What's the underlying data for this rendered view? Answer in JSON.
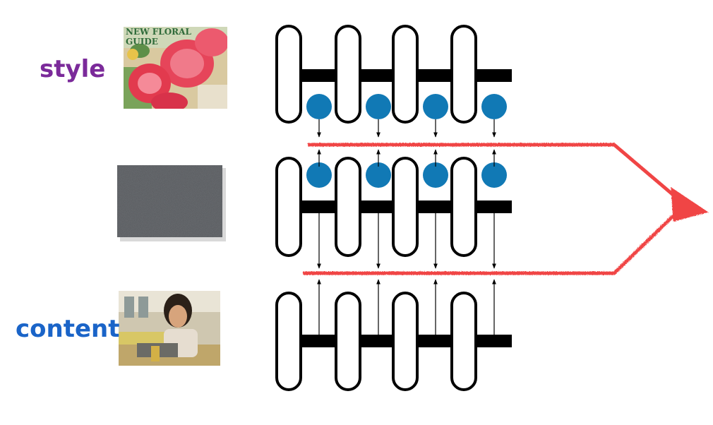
{
  "labels": {
    "style": "style",
    "content": "content"
  },
  "colors": {
    "style_label": "#7b2a9a",
    "content_label": "#1a64c8",
    "feature_dot": "#1179b5",
    "loss_arrow": "#f04545",
    "network": "#000000",
    "generated_image": "#55585c"
  },
  "images": {
    "style": "floral-book-cover-painting",
    "generated": "gray-noise-canvas",
    "content": "woman-with-headphones-at-laptop-photo"
  },
  "network": {
    "layers_per_net": 4,
    "rows": [
      "style",
      "generated",
      "content"
    ]
  }
}
